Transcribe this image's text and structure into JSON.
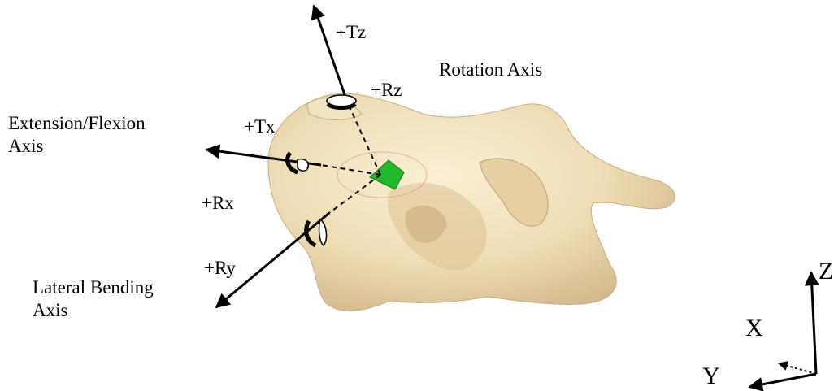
{
  "labels": {
    "tz": "+Tz",
    "rz": "+Rz",
    "rotation_axis": "Rotation Axis",
    "ext_flex_axis": "Extension/Flexion\nAxis",
    "tx": "+Tx",
    "rx": "+Rx",
    "ry": "+Ry",
    "lat_bend_axis": "Lateral Bending\nAxis",
    "coord_z": "Z",
    "coord_x": "X",
    "coord_y": "Y"
  },
  "colors": {
    "bone": "#eedcb4",
    "bone_shade": "#c9ac7c",
    "origin_marker": "#22b82c",
    "axis_line": "#000000",
    "rotation_arrow_fill": "#ffffff"
  }
}
